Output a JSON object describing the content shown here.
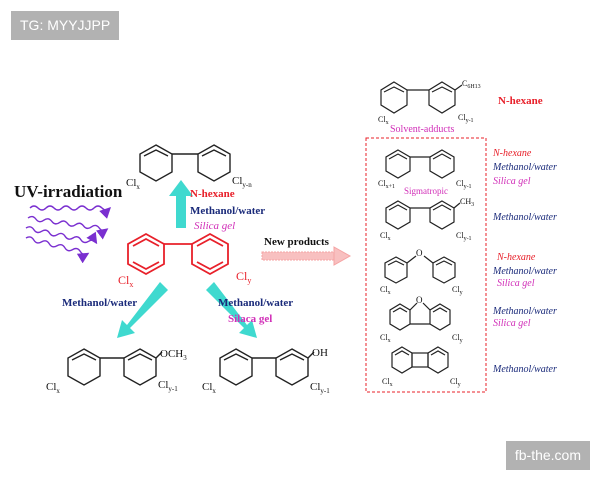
{
  "header_tag": "TG: MYYJJPP",
  "watermark": "fb-the.com",
  "colors": {
    "red": "#e8202a",
    "navy": "#1a2a7a",
    "magenta": "#d12fb8",
    "cyan": "#3fd9cf",
    "purple": "#7a2fd0",
    "pink": "#f5a3a3",
    "dashed_border": "#e8202a"
  },
  "source": {
    "title": "UV-irradiation",
    "label_x": "Cl",
    "sub_x": "x",
    "label_y": "Cl",
    "sub_y": "y"
  },
  "top_product": {
    "label_x": "Cl",
    "sub_x": "x",
    "label_y": "Cl",
    "sub_y": "y-n",
    "conditions": [
      "N-hexane",
      "Methanol/water",
      "Silica gel"
    ]
  },
  "left_product": {
    "condition": "Methanol/water",
    "substituent": "OCH",
    "substituent_sub": "3",
    "label_x": "Cl",
    "sub_x": "x",
    "label_y": "Cl",
    "sub_y": "y-1"
  },
  "right_product": {
    "conditions": [
      "Methanol/water",
      "Silaca gel"
    ],
    "substituent": "OH",
    "label_x": "Cl",
    "sub_x": "x",
    "label_y": "Cl",
    "sub_y": "y-1"
  },
  "arrow_label": "New products",
  "solvent_adducts": {
    "caption": "Solvent-adducts",
    "substituent": "C",
    "substituent_sub": "6H13",
    "label_x": "Cl",
    "sub_x": "x",
    "label_y": "Cl",
    "sub_y": "y-1",
    "condition": "N-hexane"
  },
  "new_products": [
    {
      "structure": "sigmatropic",
      "caption": "Sigmatropic",
      "label_x": "Cl",
      "sub_x": "x+1",
      "label_y": "Cl",
      "sub_y": "y-1",
      "conditions": [
        "N-hexane",
        "Methanol/water",
        "Silica gel"
      ]
    },
    {
      "structure": "methyl-biphenyl",
      "substituent": "CH",
      "substituent_sub": "3",
      "label_x": "Cl",
      "sub_x": "x",
      "label_y": "Cl",
      "sub_y": "y-1",
      "conditions": [
        "Methanol/water"
      ]
    },
    {
      "structure": "diphenyl-ether",
      "bridge": "O",
      "label_x": "Cl",
      "sub_x": "x",
      "label_y": "Cl",
      "sub_y": "y",
      "conditions": [
        "N-hexane",
        "Methanol/water",
        "Silica gel"
      ]
    },
    {
      "structure": "dibenzofuran",
      "bridge": "O",
      "label_x": "Cl",
      "sub_x": "x",
      "label_y": "Cl",
      "sub_y": "y",
      "conditions": [
        "Methanol/water",
        "Silica gel"
      ]
    },
    {
      "structure": "biphenylene",
      "label_x": "Cl",
      "sub_x": "x",
      "label_y": "Cl",
      "sub_y": "y",
      "conditions": [
        "Methanol/water"
      ]
    }
  ]
}
